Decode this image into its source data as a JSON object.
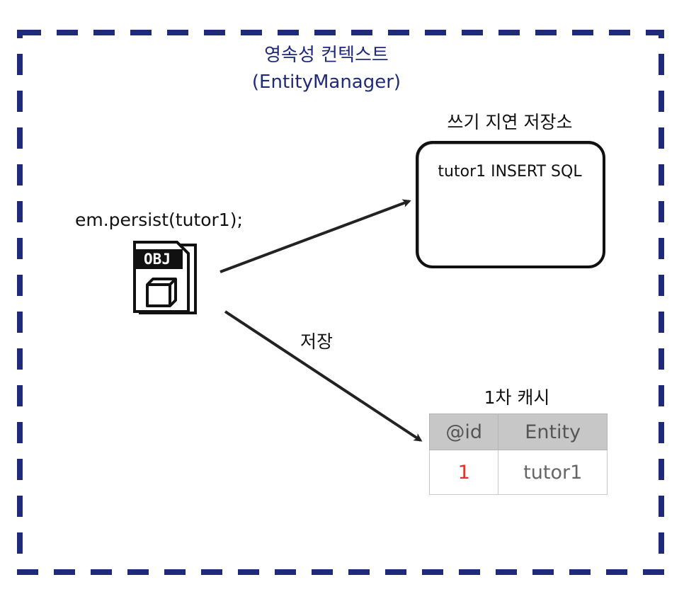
{
  "context": {
    "title_line1": "영속성 컨텍스트",
    "title_line2": "(EntityManager)",
    "border_color": "#1f2a7a"
  },
  "write_store": {
    "title": "쓰기 지연 저장소",
    "content": "tutor1 INSERT SQL"
  },
  "persist_call": "em.persist(tutor1);",
  "object_icon": {
    "icon": "object-file-icon",
    "label": "OBJ"
  },
  "save_arrow_label": "저장",
  "first_level_cache": {
    "title": "1차 캐시",
    "columns": [
      "@id",
      "Entity"
    ],
    "rows": [
      {
        "id": "1",
        "entity": "tutor1"
      }
    ],
    "id_color": "#e0352b"
  }
}
